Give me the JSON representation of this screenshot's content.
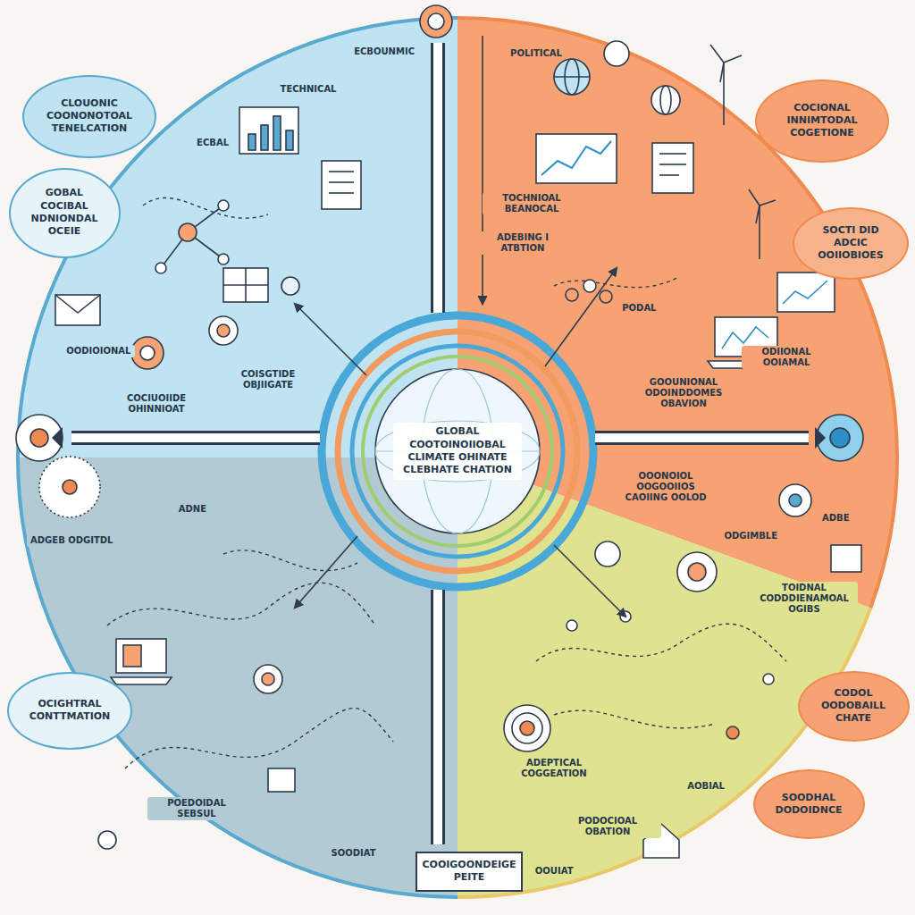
{
  "diagram": {
    "nodes": [
      {
        "text": [
          "CLOUONIC COONONOTOAL TENELCATION"
        ]
      },
      {
        "text": [
          "COCIONAL INNIMTODAL COGETIONE"
        ]
      },
      {
        "text": [
          "GOBAL COCIBAL NDNIONDAL OCEIE"
        ]
      },
      {
        "text": [
          "SOCTI DID ADCIC OOIIOBIOES"
        ]
      },
      {
        "text": [
          "GLOBAL COOTOINOIIOBAL CLIMATE OHINATE CLEBHATE CHATION"
        ]
      },
      {
        "text": [
          "CODOL OODOBAILL CHATE"
        ]
      },
      {
        "text": [
          "OCIGHTRAL CONTTMATION"
        ]
      },
      {
        "text": [
          "SOODHAL DODOIDNCE"
        ]
      },
      {
        "text": [
          "COOIGOONDEIGE PEITE"
        ]
      }
    ],
    "labels": [
      "ECBOUNMIC",
      "POLITICAL",
      "TECHNICAL",
      "ECBAL",
      "TOCHNIOAL BEANOCAL",
      "ADEBING I ATBTION",
      "PODAL",
      "OODIOIONAL",
      "COISGTIDE OBJIIGATE",
      "COCIUOIIDE OHINNIOAT",
      "ODIIONAL OOIAMAL",
      "GOOUNIONAL ODOINDDOMES OBAVION",
      "ADNE",
      "ADGEB ODGITDL",
      "OOONOIOL OOGOOIIOS CAOIING OOLOD",
      "ODGIMBLE",
      "ADBE",
      "TOIDNAL CODDDIENAMOAL OGIBS",
      "ADEPTICAL COGGEATION",
      "AOBIAL",
      "PODOCIOAL OBATION",
      "POEDOIDAL SEBSUL",
      "SOODIAT",
      "OOUIAT"
    ]
  }
}
